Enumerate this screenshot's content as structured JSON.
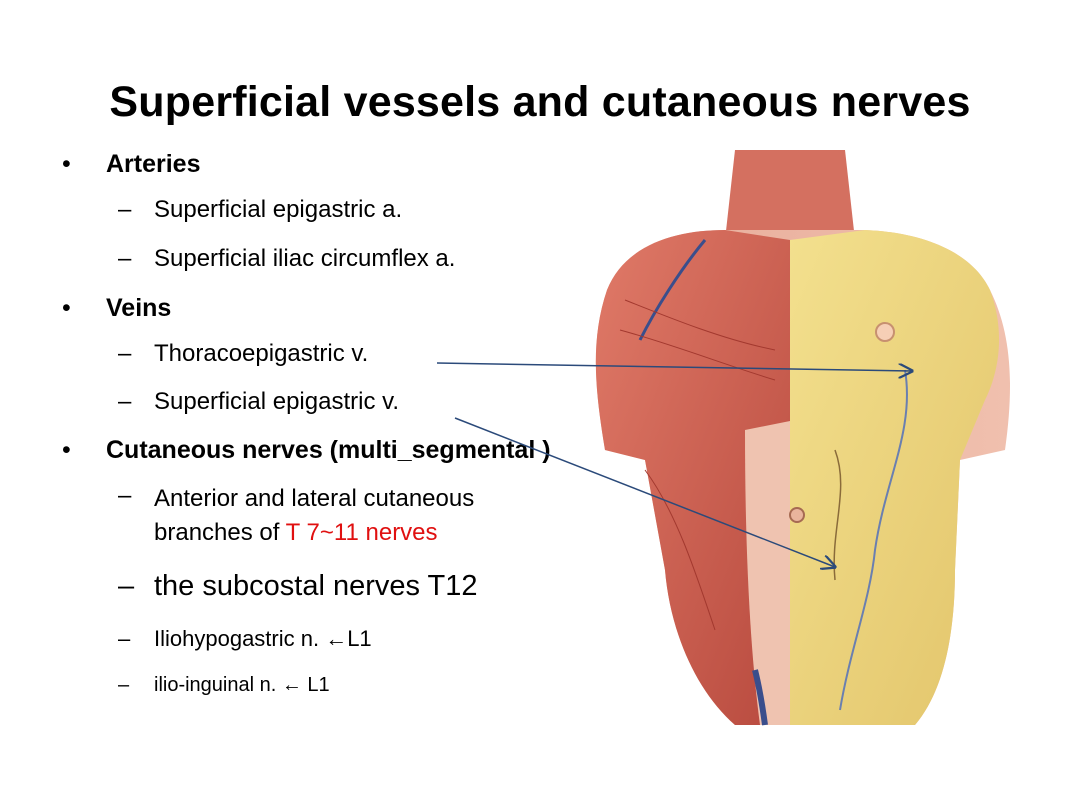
{
  "slide": {
    "title": "Superficial vessels and cutaneous nerves",
    "arteries": {
      "heading": "Arteries",
      "items": [
        "Superficial epigastric a.",
        "Superficial iliac circumflex a."
      ]
    },
    "veins": {
      "heading": "Veins",
      "items": [
        "Thoracoepigastric v.",
        "Superficial epigastric v."
      ]
    },
    "nerves": {
      "heading": "Cutaneous nerves (multi_segmental )",
      "item1_line1": "Anterior and lateral  cutaneous",
      "item1_line2_a": "branches  of ",
      "item1_line2_b": "T 7~11 nerves",
      "item2": "the subcostal nerves T12",
      "item3": "Iliohypogastric n. ←L1",
      "item4": "ilio-inguinal n. ← L1"
    },
    "bullet_glyph": "•",
    "dash_glyph": "–",
    "colors": {
      "highlight": "#e01010",
      "arrow": "#2b4a7a",
      "muscle": "#c8594a",
      "fat": "#e9d27a"
    }
  }
}
